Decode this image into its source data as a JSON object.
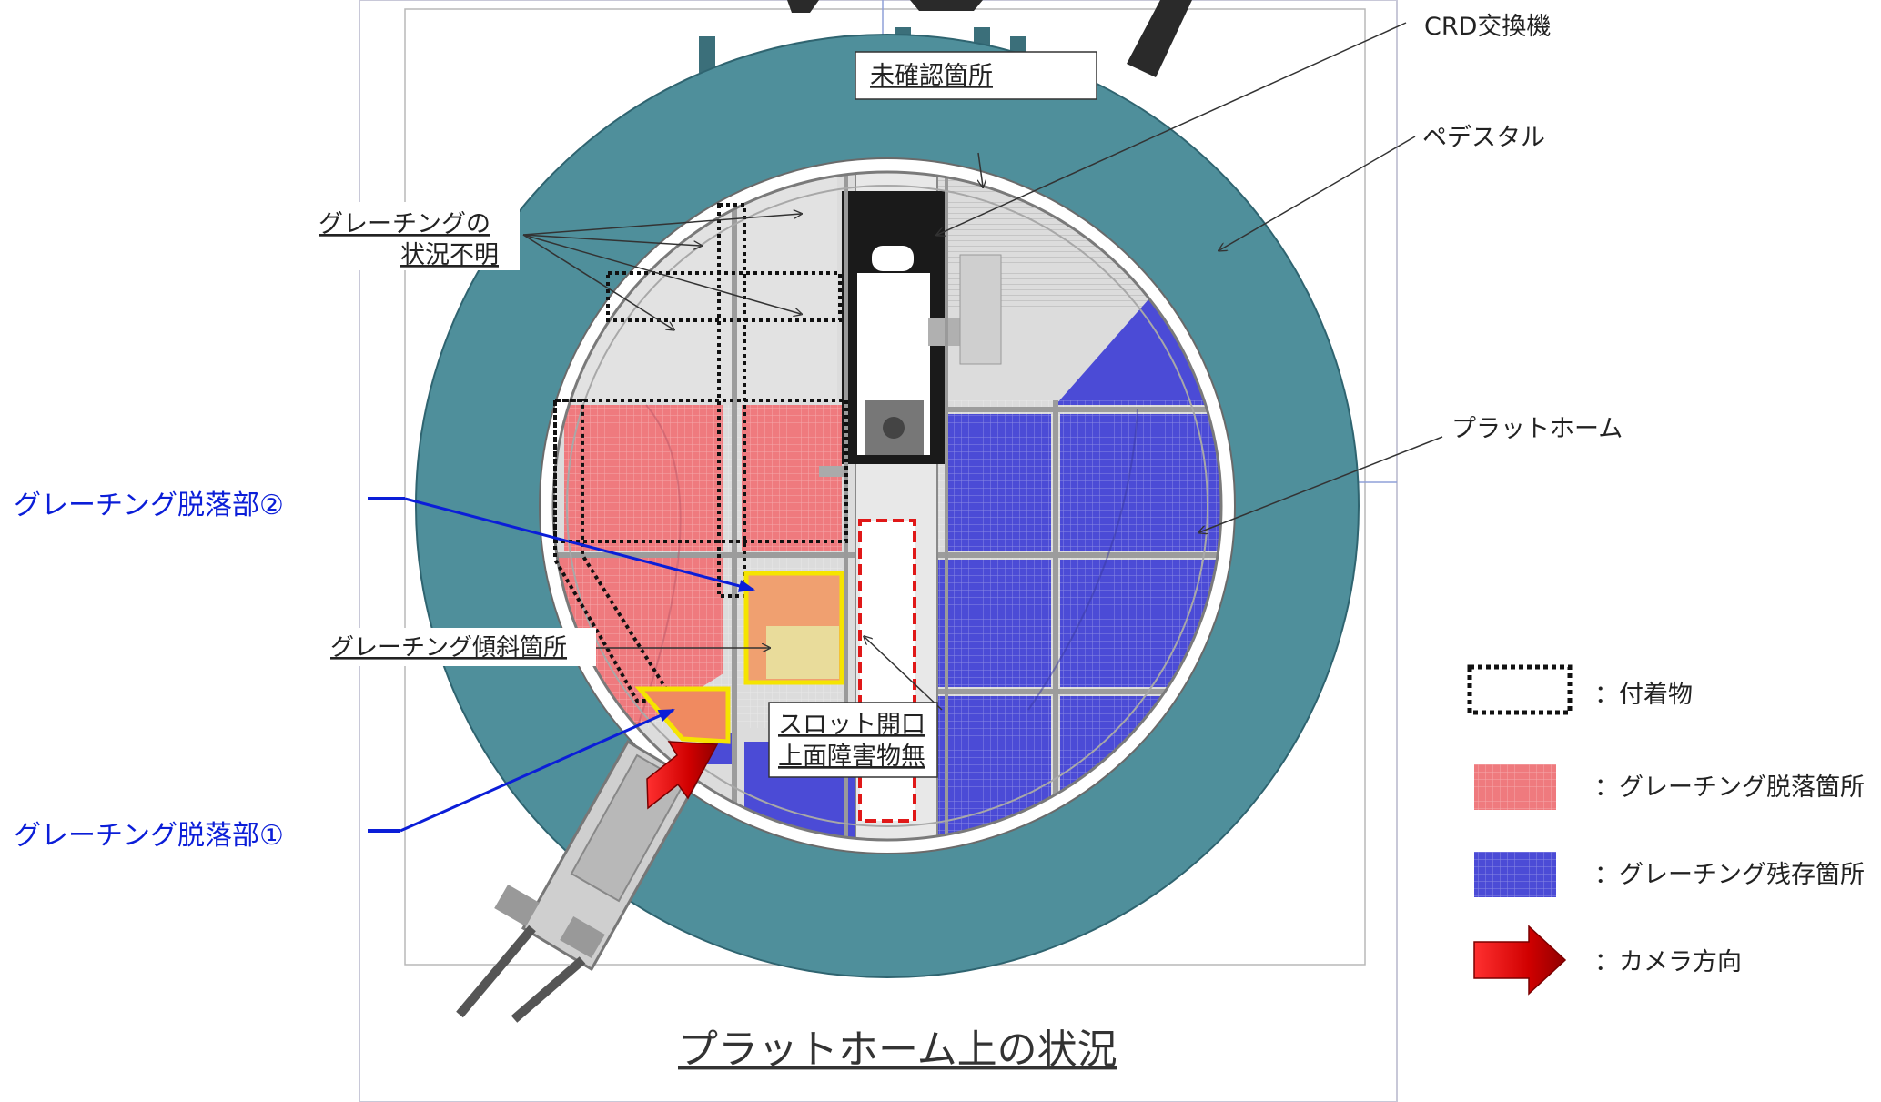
{
  "labels": {
    "crd": "CRD交換機",
    "pedestal": "ペデスタル",
    "platform": "プラットホーム",
    "unconfirmed": "未確認箇所",
    "grating_unknown_1": "グレーチングの",
    "grating_unknown_2": "状況不明",
    "grating_tilt": "グレーチング傾斜箇所",
    "slot_1": "スロット開口",
    "slot_2": "上面障害物無",
    "fall_2": "グレーチング脱落部②",
    "fall_1": "グレーチング脱落部①",
    "caption": "プラットホーム上の状況"
  },
  "legend": [
    {
      "id": "deposit",
      "label": "：付着物"
    },
    {
      "id": "fallen",
      "label": "：グレーチング脱落箇所"
    },
    {
      "id": "remaining",
      "label": "：グレーチング残存箇所"
    },
    {
      "id": "camera",
      "label": "：カメラ方向"
    }
  ],
  "colors": {
    "pedestal": "#4f8f9b",
    "fallen": "#ef7a7e",
    "remaining": "#4b4bd6",
    "highlight": "#f5e400",
    "slot": "#e01818",
    "callout_blue": "#0b1ed8",
    "camera_arrow": "#e01818"
  }
}
